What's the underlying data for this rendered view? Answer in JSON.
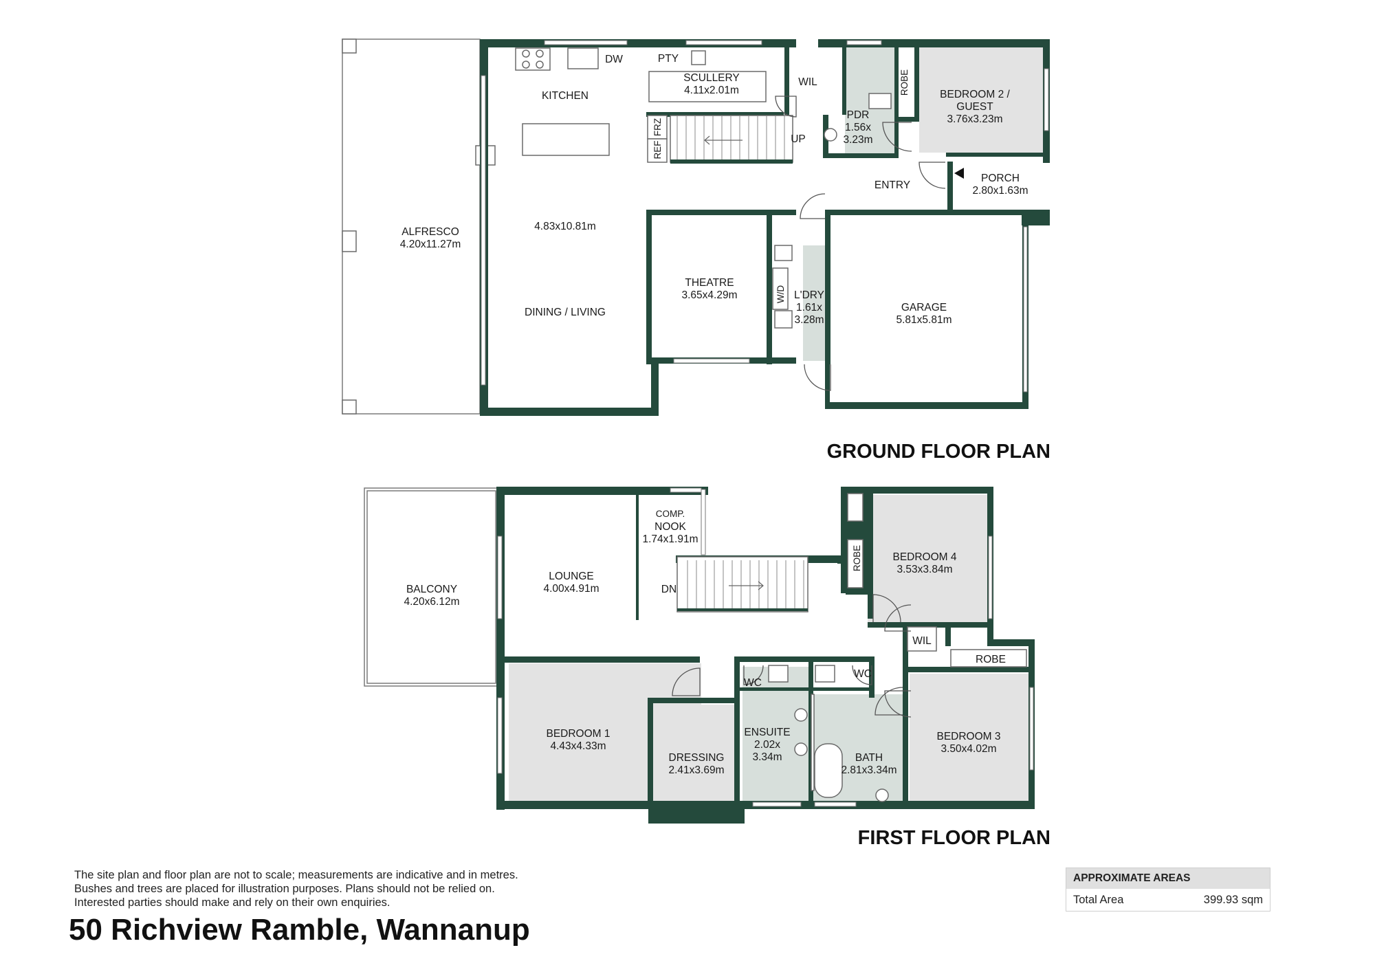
{
  "colors": {
    "wall": "#244a3c",
    "room_fill": "#e3e3e3",
    "wet_fill": "#d7dfdb",
    "fixture": "#6a6a6a"
  },
  "ground_floor": {
    "title": "GROUND FLOOR PLAN",
    "rooms": {
      "alfresco": {
        "name": "ALFRESCO",
        "size": "4.20x11.27m"
      },
      "kitchen": {
        "name": "KITCHEN"
      },
      "dining_living": {
        "name": "DINING / LIVING",
        "size": "4.83x10.81m"
      },
      "scullery": {
        "name": "SCULLERY",
        "size": "4.11x2.01m"
      },
      "pantry": {
        "name": "PTY"
      },
      "dishwasher": {
        "name": "DW"
      },
      "wil": {
        "name": "WIL"
      },
      "pdr": {
        "name": "PDR",
        "size_line1": "1.56x",
        "size_line2": "3.23m"
      },
      "robe": {
        "name": "ROBE"
      },
      "bedroom2": {
        "name_line1": "BEDROOM 2 /",
        "name_line2": "GUEST",
        "size": "3.76x3.23m"
      },
      "refrigerator": {
        "name": "REF"
      },
      "freezer": {
        "name": "FRZ"
      },
      "stairs": {
        "label": "UP"
      },
      "entry": {
        "name": "ENTRY"
      },
      "porch": {
        "name": "PORCH",
        "size": "2.80x1.63m"
      },
      "theatre": {
        "name": "THEATRE",
        "size": "3.65x4.29m"
      },
      "washer_dryer": {
        "name": "W/D"
      },
      "laundry": {
        "name": "L'DRY",
        "size_line1": "1.61x",
        "size_line2": "3.28m"
      },
      "garage": {
        "name": "GARAGE",
        "size": "5.81x5.81m"
      }
    }
  },
  "first_floor": {
    "title": "FIRST FLOOR PLAN",
    "rooms": {
      "balcony": {
        "name": "BALCONY",
        "size": "4.20x6.12m"
      },
      "lounge": {
        "name": "LOUNGE",
        "size": "4.00x4.91m"
      },
      "comp_nook": {
        "name_line1": "COMP.",
        "name_line2": "NOOK",
        "size": "1.74x1.91m"
      },
      "stairs": {
        "label": "DN"
      },
      "robe4": {
        "name": "ROBE"
      },
      "bedroom4": {
        "name": "BEDROOM 4",
        "size": "3.53x3.84m"
      },
      "wil": {
        "name": "WIL"
      },
      "robe3": {
        "name": "ROBE"
      },
      "bedroom1": {
        "name": "BEDROOM 1",
        "size": "4.43x4.33m"
      },
      "dressing": {
        "name": "DRESSING",
        "size": "2.41x3.69m"
      },
      "wc1": {
        "name": "WC"
      },
      "wc2": {
        "name": "WC"
      },
      "ensuite": {
        "name": "ENSUITE",
        "size_line1": "2.02x",
        "size_line2": "3.34m"
      },
      "bath": {
        "name": "BATH",
        "size": "2.81x3.34m"
      },
      "bedroom3": {
        "name": "BEDROOM 3",
        "size": "3.50x4.02m"
      }
    }
  },
  "disclaimer": [
    "The site plan and floor plan are not to scale; measurements are indicative and in metres.",
    "Bushes and trees are placed for illustration purposes. Plans should not be relied on.",
    "Interested parties should make and rely on their own enquiries."
  ],
  "address": "50 Richview Ramble, Wannanup",
  "areas": {
    "heading": "APPROXIMATE AREAS",
    "total_label": "Total Area",
    "total_value": "399.93 sqm"
  }
}
